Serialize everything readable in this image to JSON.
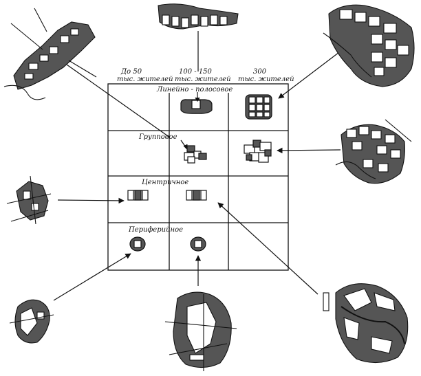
{
  "columns": [
    {
      "line1": "До 50",
      "line2": "тыс. жителей"
    },
    {
      "line1": "100 - 150",
      "line2": "тыс. жителей"
    },
    {
      "line1": "300",
      "line2": "тыс. жителей"
    }
  ],
  "rows": [
    "Линейно - полосовое",
    "Групповое",
    "Центричное",
    "Периферийное"
  ],
  "colors": {
    "ink": "#111111",
    "fill": "#555555",
    "paper": "#ffffff"
  }
}
